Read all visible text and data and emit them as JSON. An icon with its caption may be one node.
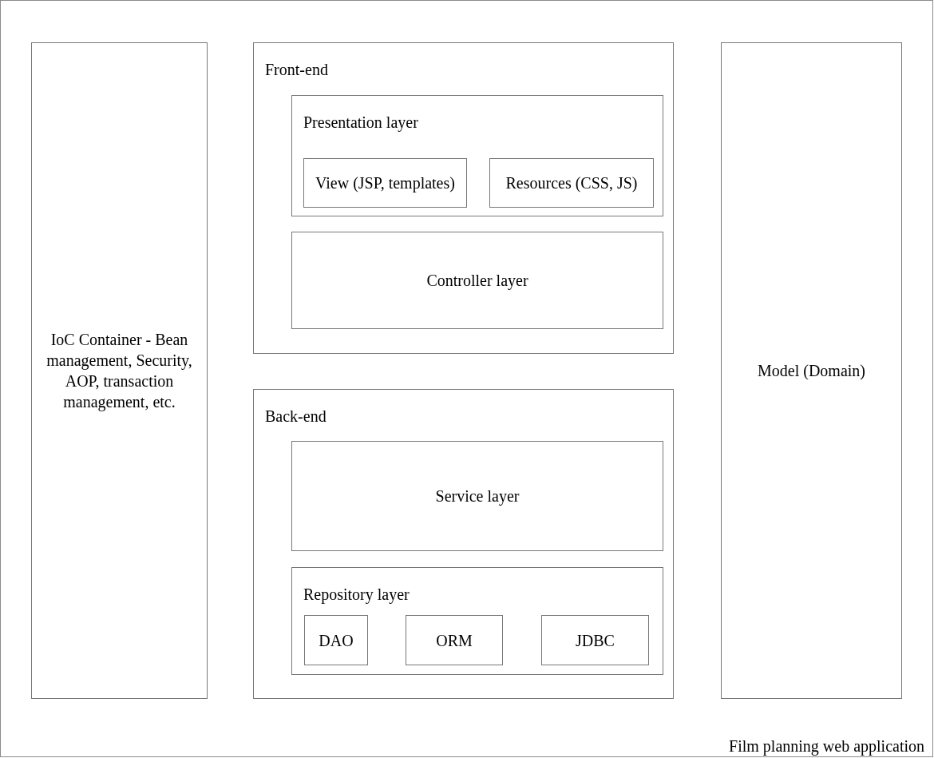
{
  "diagram": {
    "nodes": [
      {
        "text": [
          "Film planning web application"
        ]
      },
      {
        "text": [
          "IoC Container - Bean management, Security, AOP, transaction management, etc."
        ],
        "in": 0
      },
      {
        "text": [
          "Front-end"
        ],
        "in": 0
      },
      {
        "text": [
          "Presentation layer"
        ],
        "in": 2
      },
      {
        "text": [
          "View (JSP, templates)"
        ],
        "in": 3
      },
      {
        "text": [
          "Resources (CSS, JS)"
        ],
        "in": 3
      },
      {
        "text": [
          "Controller layer"
        ],
        "in": 2
      },
      {
        "text": [
          "Back-end"
        ],
        "in": 0
      },
      {
        "text": [
          "Service layer"
        ],
        "in": 7
      },
      {
        "text": [
          "Repository layer"
        ],
        "in": 7
      },
      {
        "text": [
          "DAO"
        ],
        "in": 9
      },
      {
        "text": [
          "ORM"
        ],
        "in": 9
      },
      {
        "text": [
          "JDBC"
        ],
        "in": 9
      },
      {
        "text": [
          "Model (Domain)"
        ],
        "in": 0
      }
    ]
  }
}
